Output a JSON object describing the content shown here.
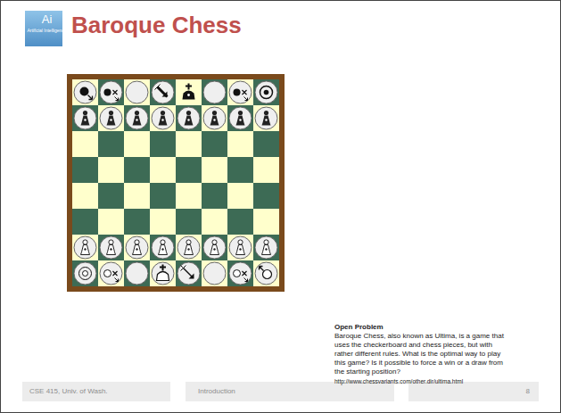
{
  "diagram": {
    "title": "Baroque Chess",
    "nodes": [
      {
        "text": [
          "Ai",
          "Artificial Intelligence"
        ]
      },
      {
        "text": [
          "CSE 415, Univ. of Wash."
        ]
      },
      {
        "text": [
          "Introduction"
        ]
      },
      {
        "text": [
          "8"
        ]
      }
    ],
    "labels": [
      "Open Problem",
      "Baroque Chess, also known as Ultima, is a game that uses the checkerboard and chess pieces, but with rather different rules.  What is the optimal way to play this game?  Is it possible to force a win or a draw from the starting position?",
      "http://www.chessvariants.com/other.dir/ultima.html"
    ]
  }
}
